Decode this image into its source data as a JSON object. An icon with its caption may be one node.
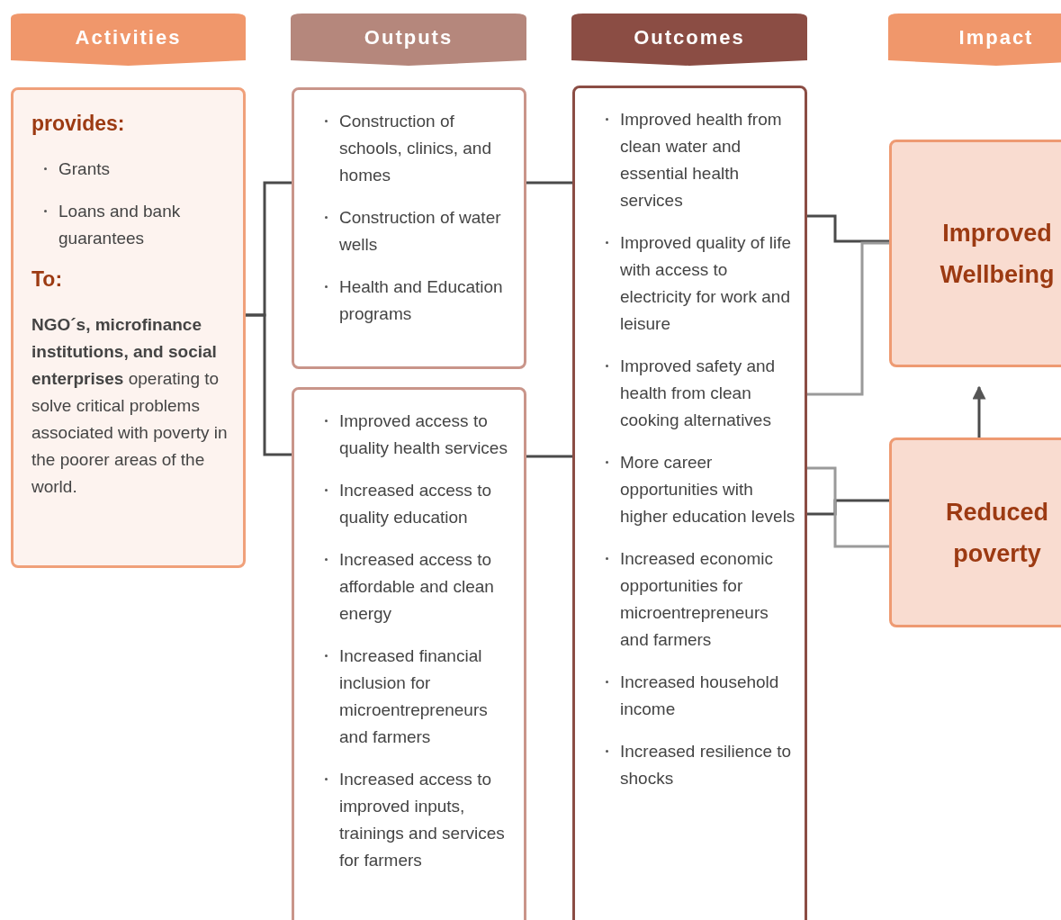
{
  "diagram": {
    "nodes": [
      {
        "text": [
          "Activities"
        ]
      },
      {
        "text": [
          "Outputs"
        ]
      },
      {
        "text": [
          "Outcomes"
        ]
      },
      {
        "text": [
          "Impact"
        ]
      },
      {
        "text": [
          "provides:",
          "Grants",
          "Loans and bank guarantees",
          "To:",
          "**NGO´s, microfinance institutions, and social enterprises** operating to solve critical problems associated with poverty in the poorer areas of the world."
        ]
      },
      {
        "text": [
          "Construction of schools, clinics, and homes",
          "Construction of water wells",
          "Health and Education programs"
        ]
      },
      {
        "text": [
          "Improved access to quality health services",
          "Increased access to quality education",
          "Increased access to affordable and clean energy",
          "Increased financial inclusion for microentrepreneurs and farmers",
          "Increased access to improved inputs, trainings and services for farmers"
        ]
      },
      {
        "text": [
          "Improved health from clean water and essential health services",
          "Improved quality of life with access to electricity for work and leisure",
          "Improved safety and health from clean cooking alternatives",
          "More career opportunities with higher education levels",
          "Increased economic opportunities for microentrepreneurs and farmers",
          "Increased household income",
          "Increased resilience to shocks"
        ]
      },
      {
        "text": [
          "Improved Wellbeing"
        ]
      },
      {
        "text": [
          "Reduced poverty"
        ]
      }
    ],
    "edges": [
      {
        "from": 4,
        "to": 5,
        "arrow": "none"
      },
      {
        "from": 4,
        "to": 6,
        "arrow": "none"
      },
      {
        "from": 5,
        "to": 7,
        "arrow": "none"
      },
      {
        "from": 6,
        "to": 7,
        "arrow": "none"
      },
      {
        "from": 7,
        "to": 8,
        "arrow": "none"
      },
      {
        "from": 7,
        "to": 9,
        "arrow": "none"
      },
      {
        "from": 7,
        "to": 8,
        "arrow": "none",
        "color": "#9a9a9a"
      },
      {
        "from": 7,
        "to": 9,
        "arrow": "none",
        "color": "#9a9a9a"
      },
      {
        "from": 9,
        "to": 8,
        "arrow": "to"
      }
    ]
  }
}
